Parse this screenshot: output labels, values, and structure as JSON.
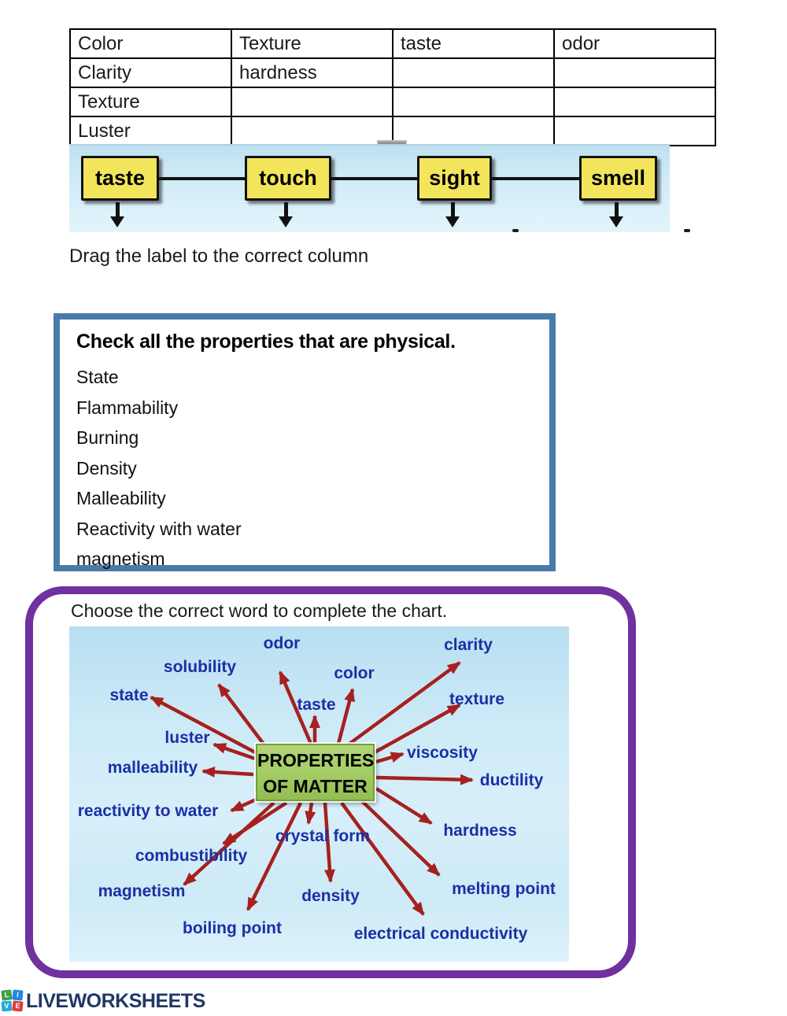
{
  "table": {
    "rows": [
      [
        "Color",
        "Texture",
        "taste",
        "odor"
      ],
      [
        "Clarity",
        "hardness",
        "",
        ""
      ],
      [
        "Texture",
        "",
        "",
        ""
      ],
      [
        "Luster",
        "",
        "",
        ""
      ]
    ]
  },
  "senses_band": {
    "items": [
      "taste",
      "touch",
      "sight",
      "smell"
    ]
  },
  "instructions": {
    "drag": "Drag the label to the correct column",
    "choose": "Choose the correct word to complete the chart."
  },
  "physical_check": {
    "title": "Check all the properties that are physical.",
    "options": [
      "State",
      "Flammability",
      "Burning",
      "Density",
      "Malleability",
      "Reactivity with water",
      "magnetism"
    ]
  },
  "diagram": {
    "center": {
      "line1": "PROPERTIES",
      "line2": "OF MATTER"
    },
    "labels": [
      "odor",
      "solubility",
      "color",
      "clarity",
      "state",
      "taste",
      "texture",
      "luster",
      "viscosity",
      "malleability",
      "ductility",
      "reactivity to water",
      "crystal form",
      "hardness",
      "combustibility",
      "magnetism",
      "density",
      "melting point",
      "boiling point",
      "electrical conductivity"
    ]
  },
  "footer": {
    "brand": "LIVEWORKSHEETS",
    "logo_letters": [
      "L",
      "I",
      "V",
      "E"
    ]
  },
  "colors": {
    "sense_box_yellow": "#f3e55b",
    "band_blue": "#cfeaf7",
    "check_border_blue": "#4a7ba8",
    "purple_border": "#7030a0",
    "diagram_blue_bg": "#cdeaf7",
    "label_blue": "#1b2fa5",
    "arrow_red": "#a6201f",
    "center_box_green": "#a3cb63",
    "brand_navy": "#1f3864"
  }
}
